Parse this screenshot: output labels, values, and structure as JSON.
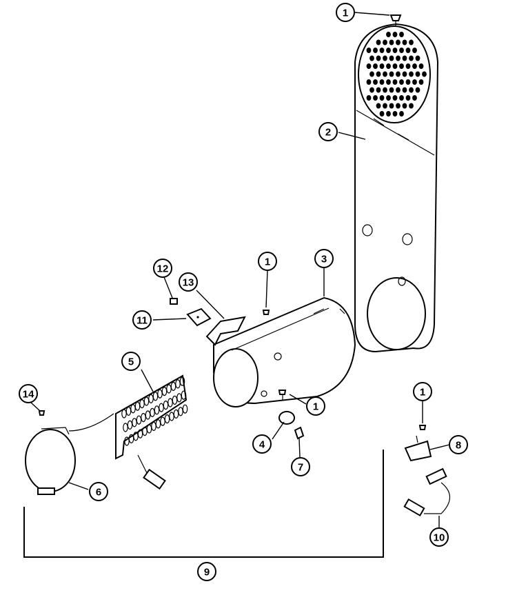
{
  "diagram": {
    "colors": {
      "line": "#000000",
      "background": "#ffffff"
    },
    "callouts": [
      {
        "id": "c1-top",
        "label": "1"
      },
      {
        "id": "c2",
        "label": "2"
      },
      {
        "id": "c3",
        "label": "3"
      },
      {
        "id": "c1-mid",
        "label": "1"
      },
      {
        "id": "c12",
        "label": "12"
      },
      {
        "id": "c13",
        "label": "13"
      },
      {
        "id": "c11",
        "label": "11"
      },
      {
        "id": "c5",
        "label": "5"
      },
      {
        "id": "c14",
        "label": "14"
      },
      {
        "id": "c1-low",
        "label": "1"
      },
      {
        "id": "c4",
        "label": "4"
      },
      {
        "id": "c7",
        "label": "7"
      },
      {
        "id": "c6",
        "label": "6"
      },
      {
        "id": "c1-right",
        "label": "1"
      },
      {
        "id": "c8",
        "label": "8"
      },
      {
        "id": "c10",
        "label": "10"
      },
      {
        "id": "c9",
        "label": "9"
      }
    ]
  }
}
